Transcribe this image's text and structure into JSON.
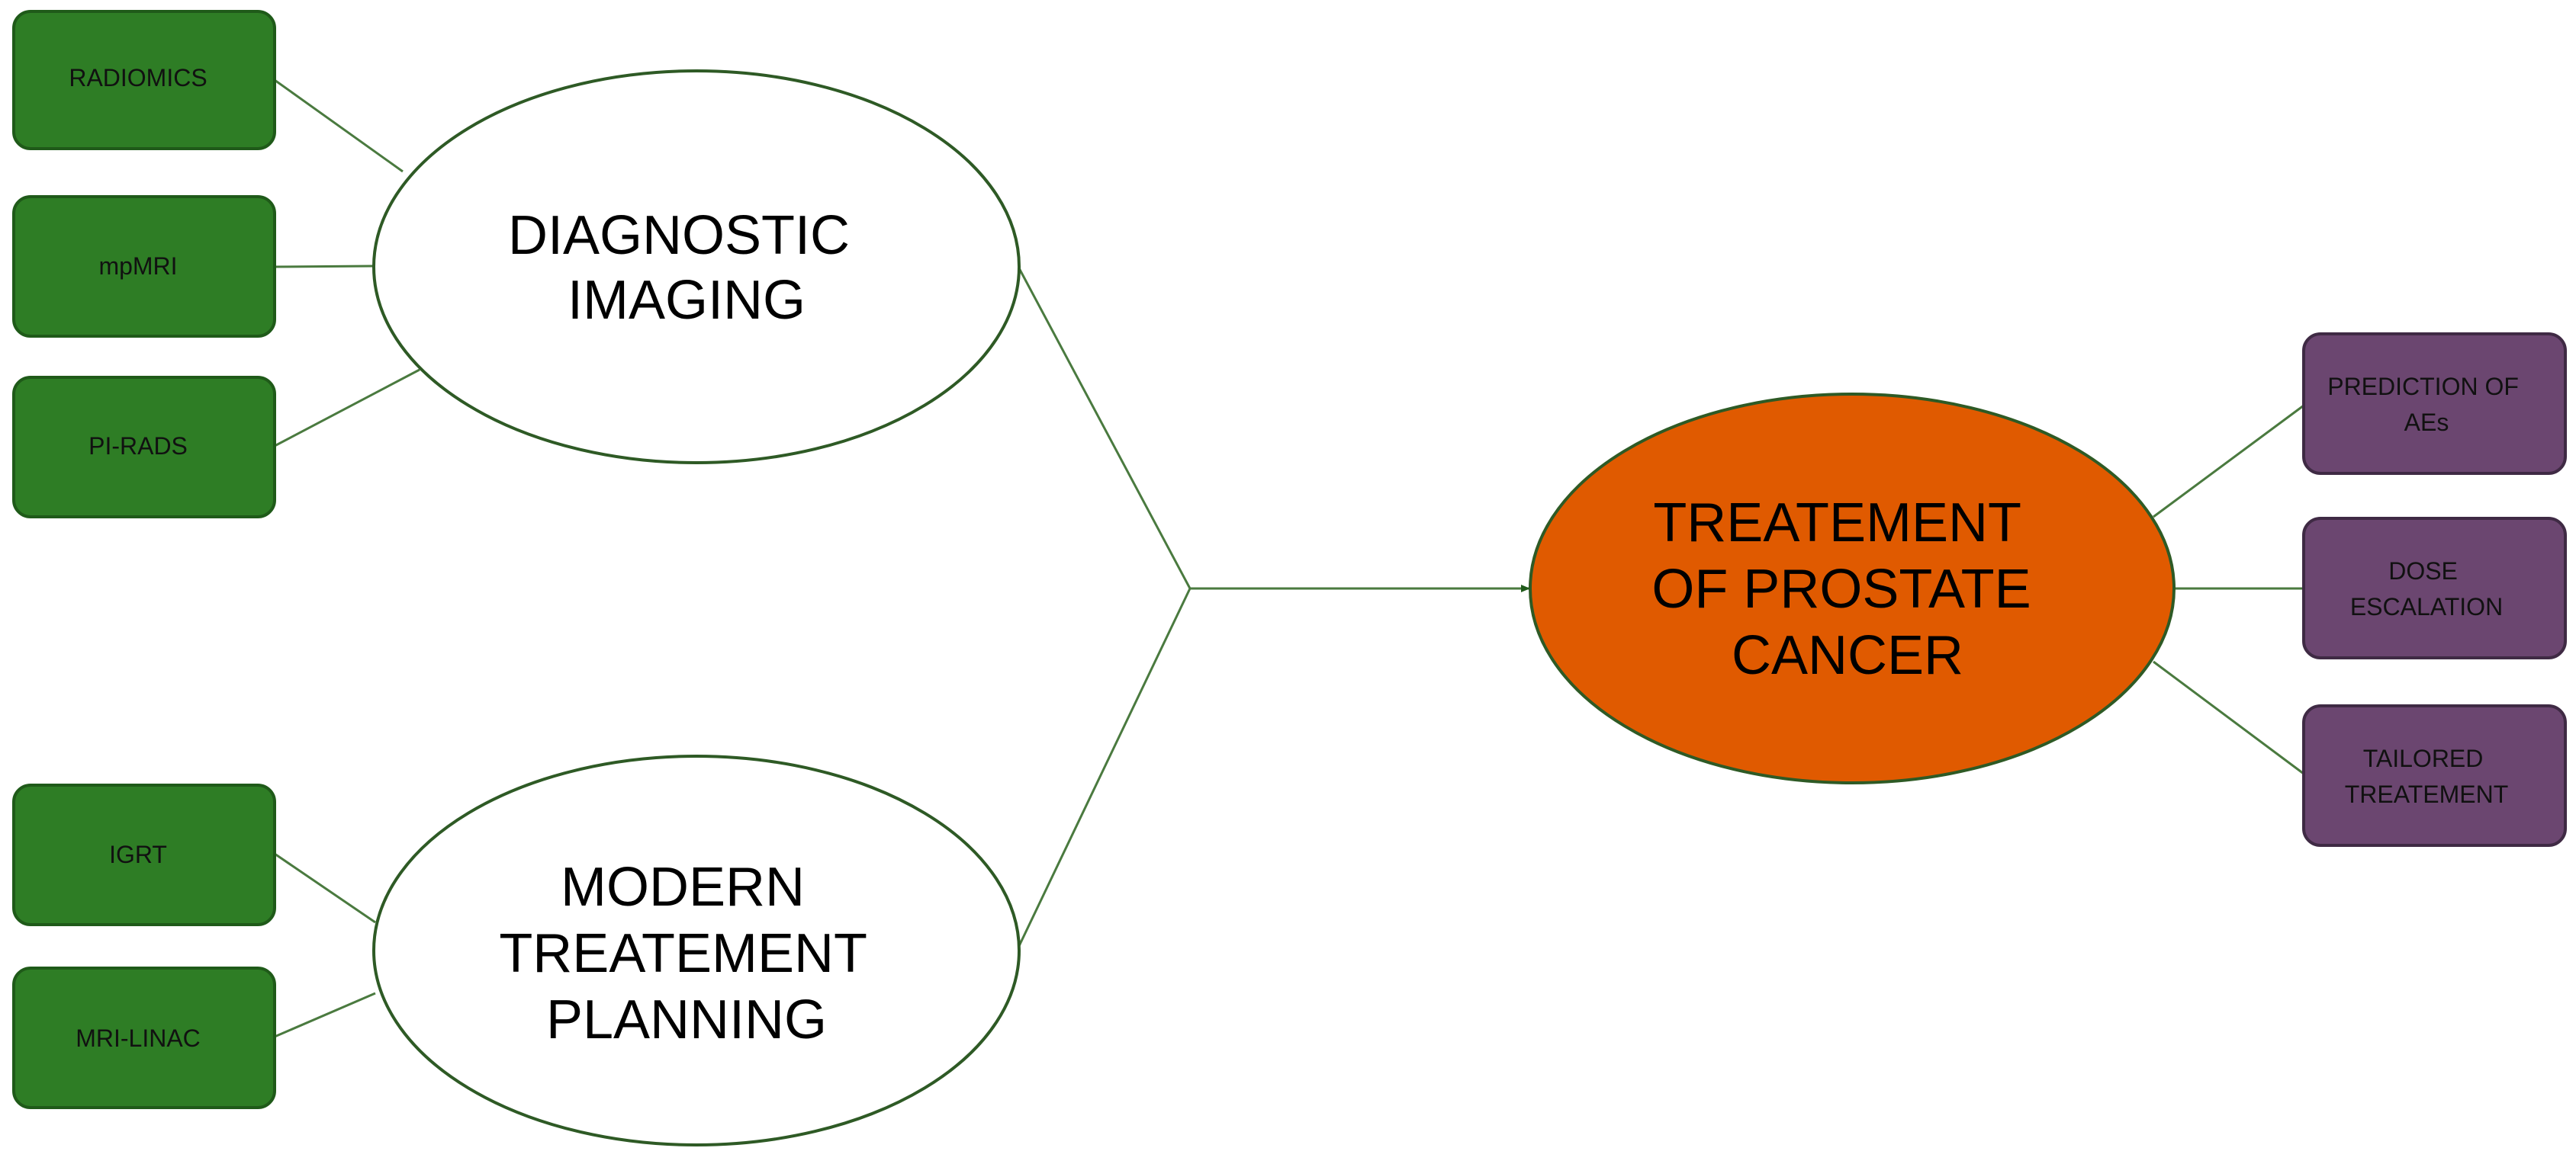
{
  "colors": {
    "green_box": "#2e7d25",
    "green_border": "#1f5a19",
    "purple_box": "#6b4670",
    "purple_border": "#3f2a44",
    "orange_ellipse": "#e05a00",
    "connector": "#4a7a3f"
  },
  "left_boxes": {
    "radiomics": "RADIOMICS",
    "mpmri": "mpMRI",
    "pirads": "PI-RADS",
    "igrt": "IGRT",
    "mrilinac": "MRI-LINAC"
  },
  "ellipses": {
    "diagnostic": [
      "DIAGNOSTIC",
      "IMAGING"
    ],
    "planning": [
      "MODERN",
      "TREATEMENT",
      "PLANNING"
    ],
    "treatment": [
      "TREATEMENT",
      "OF PROSTATE",
      "CANCER"
    ]
  },
  "right_boxes": {
    "prediction": [
      "PREDICTION OF",
      "AEs"
    ],
    "dose": [
      "DOSE",
      "ESCALATION"
    ],
    "tailored": [
      "TAILORED",
      "TREATEMENT"
    ]
  }
}
